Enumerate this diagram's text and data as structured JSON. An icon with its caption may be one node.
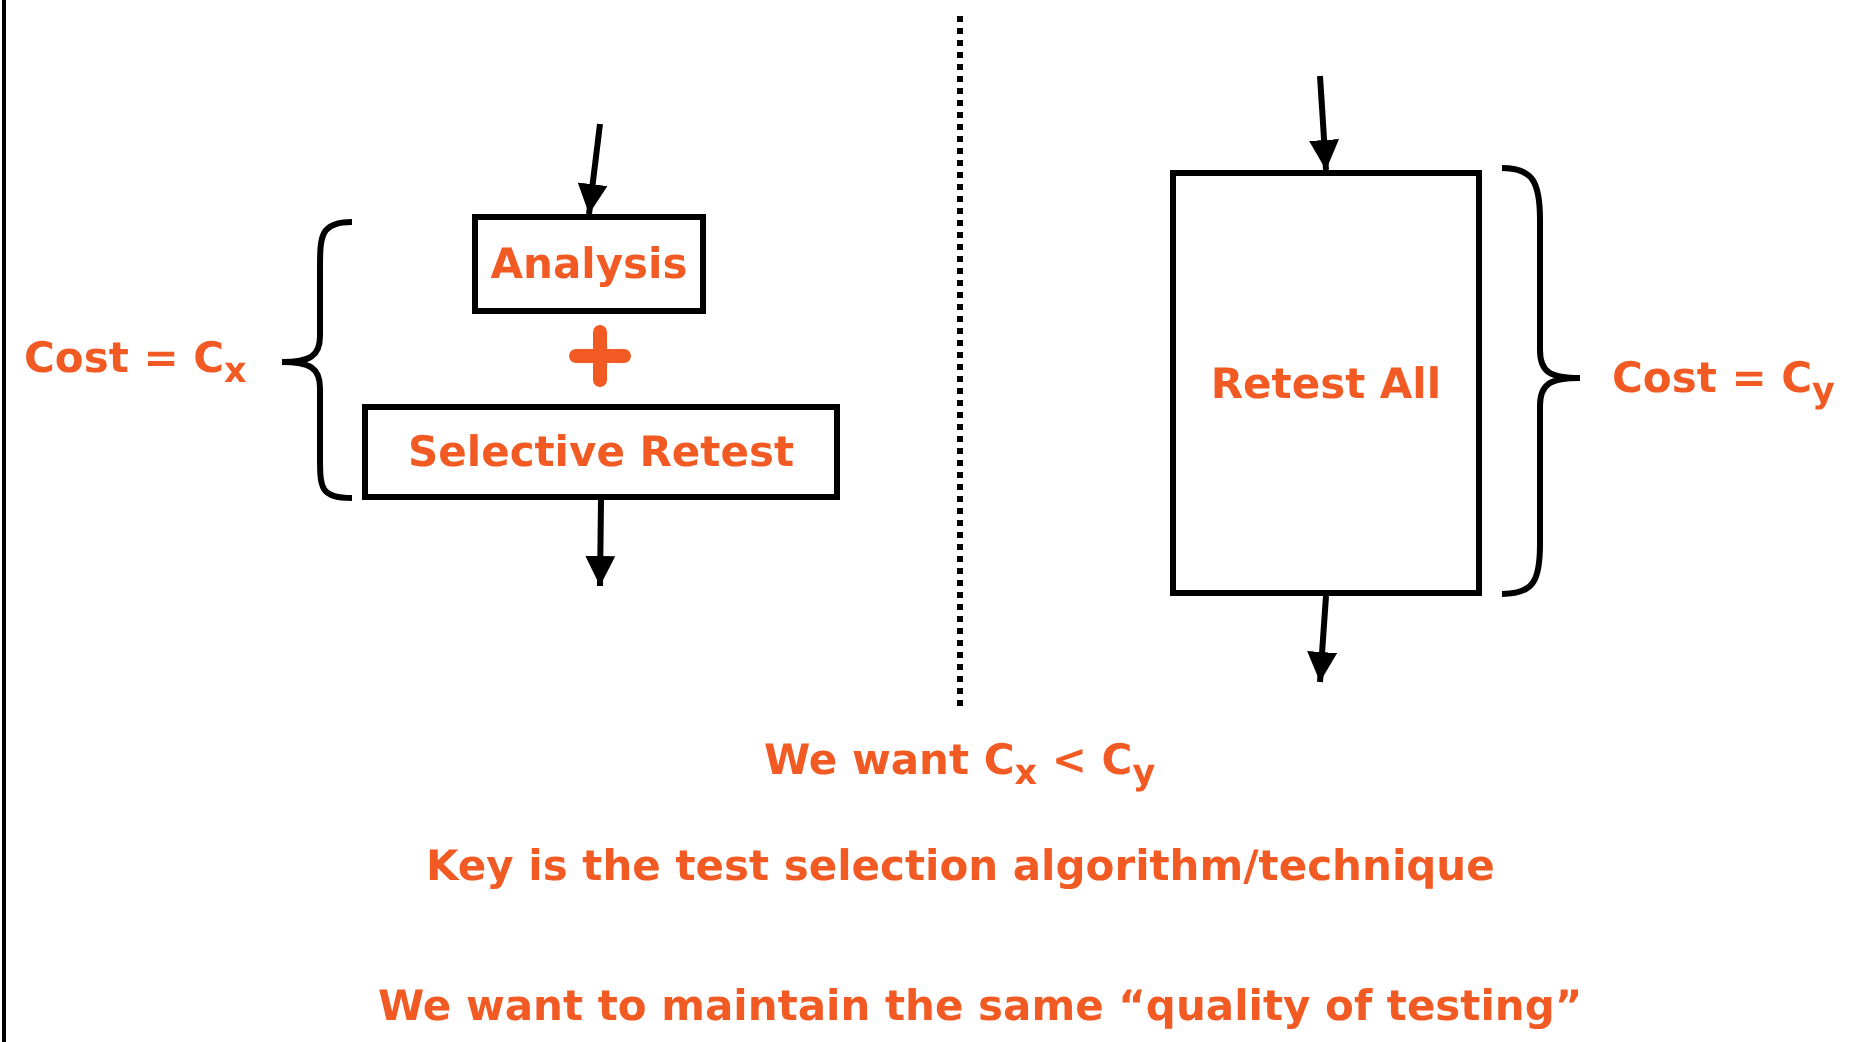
{
  "diagram": {
    "nodes": [
      {
        "text": [
          "Analysis"
        ]
      },
      {
        "text": [
          "Selective Retest"
        ]
      },
      {
        "text": [
          "Retest All"
        ]
      }
    ],
    "edges": [
      {
        "from": null,
        "to": 0,
        "arrow": "to"
      },
      {
        "from": 1,
        "to": null,
        "arrow": "to"
      },
      {
        "from": null,
        "to": 2,
        "arrow": "to"
      },
      {
        "from": 2,
        "to": null,
        "arrow": "to"
      }
    ],
    "labels": [
      "Cost = C$_{x}$",
      "Cost = C$_{y}$",
      "We want C$_{x}$ < C$_{y}$",
      "Key is the test selection algorithm/technique",
      "We want to maintain the same “quality of testing”"
    ]
  }
}
